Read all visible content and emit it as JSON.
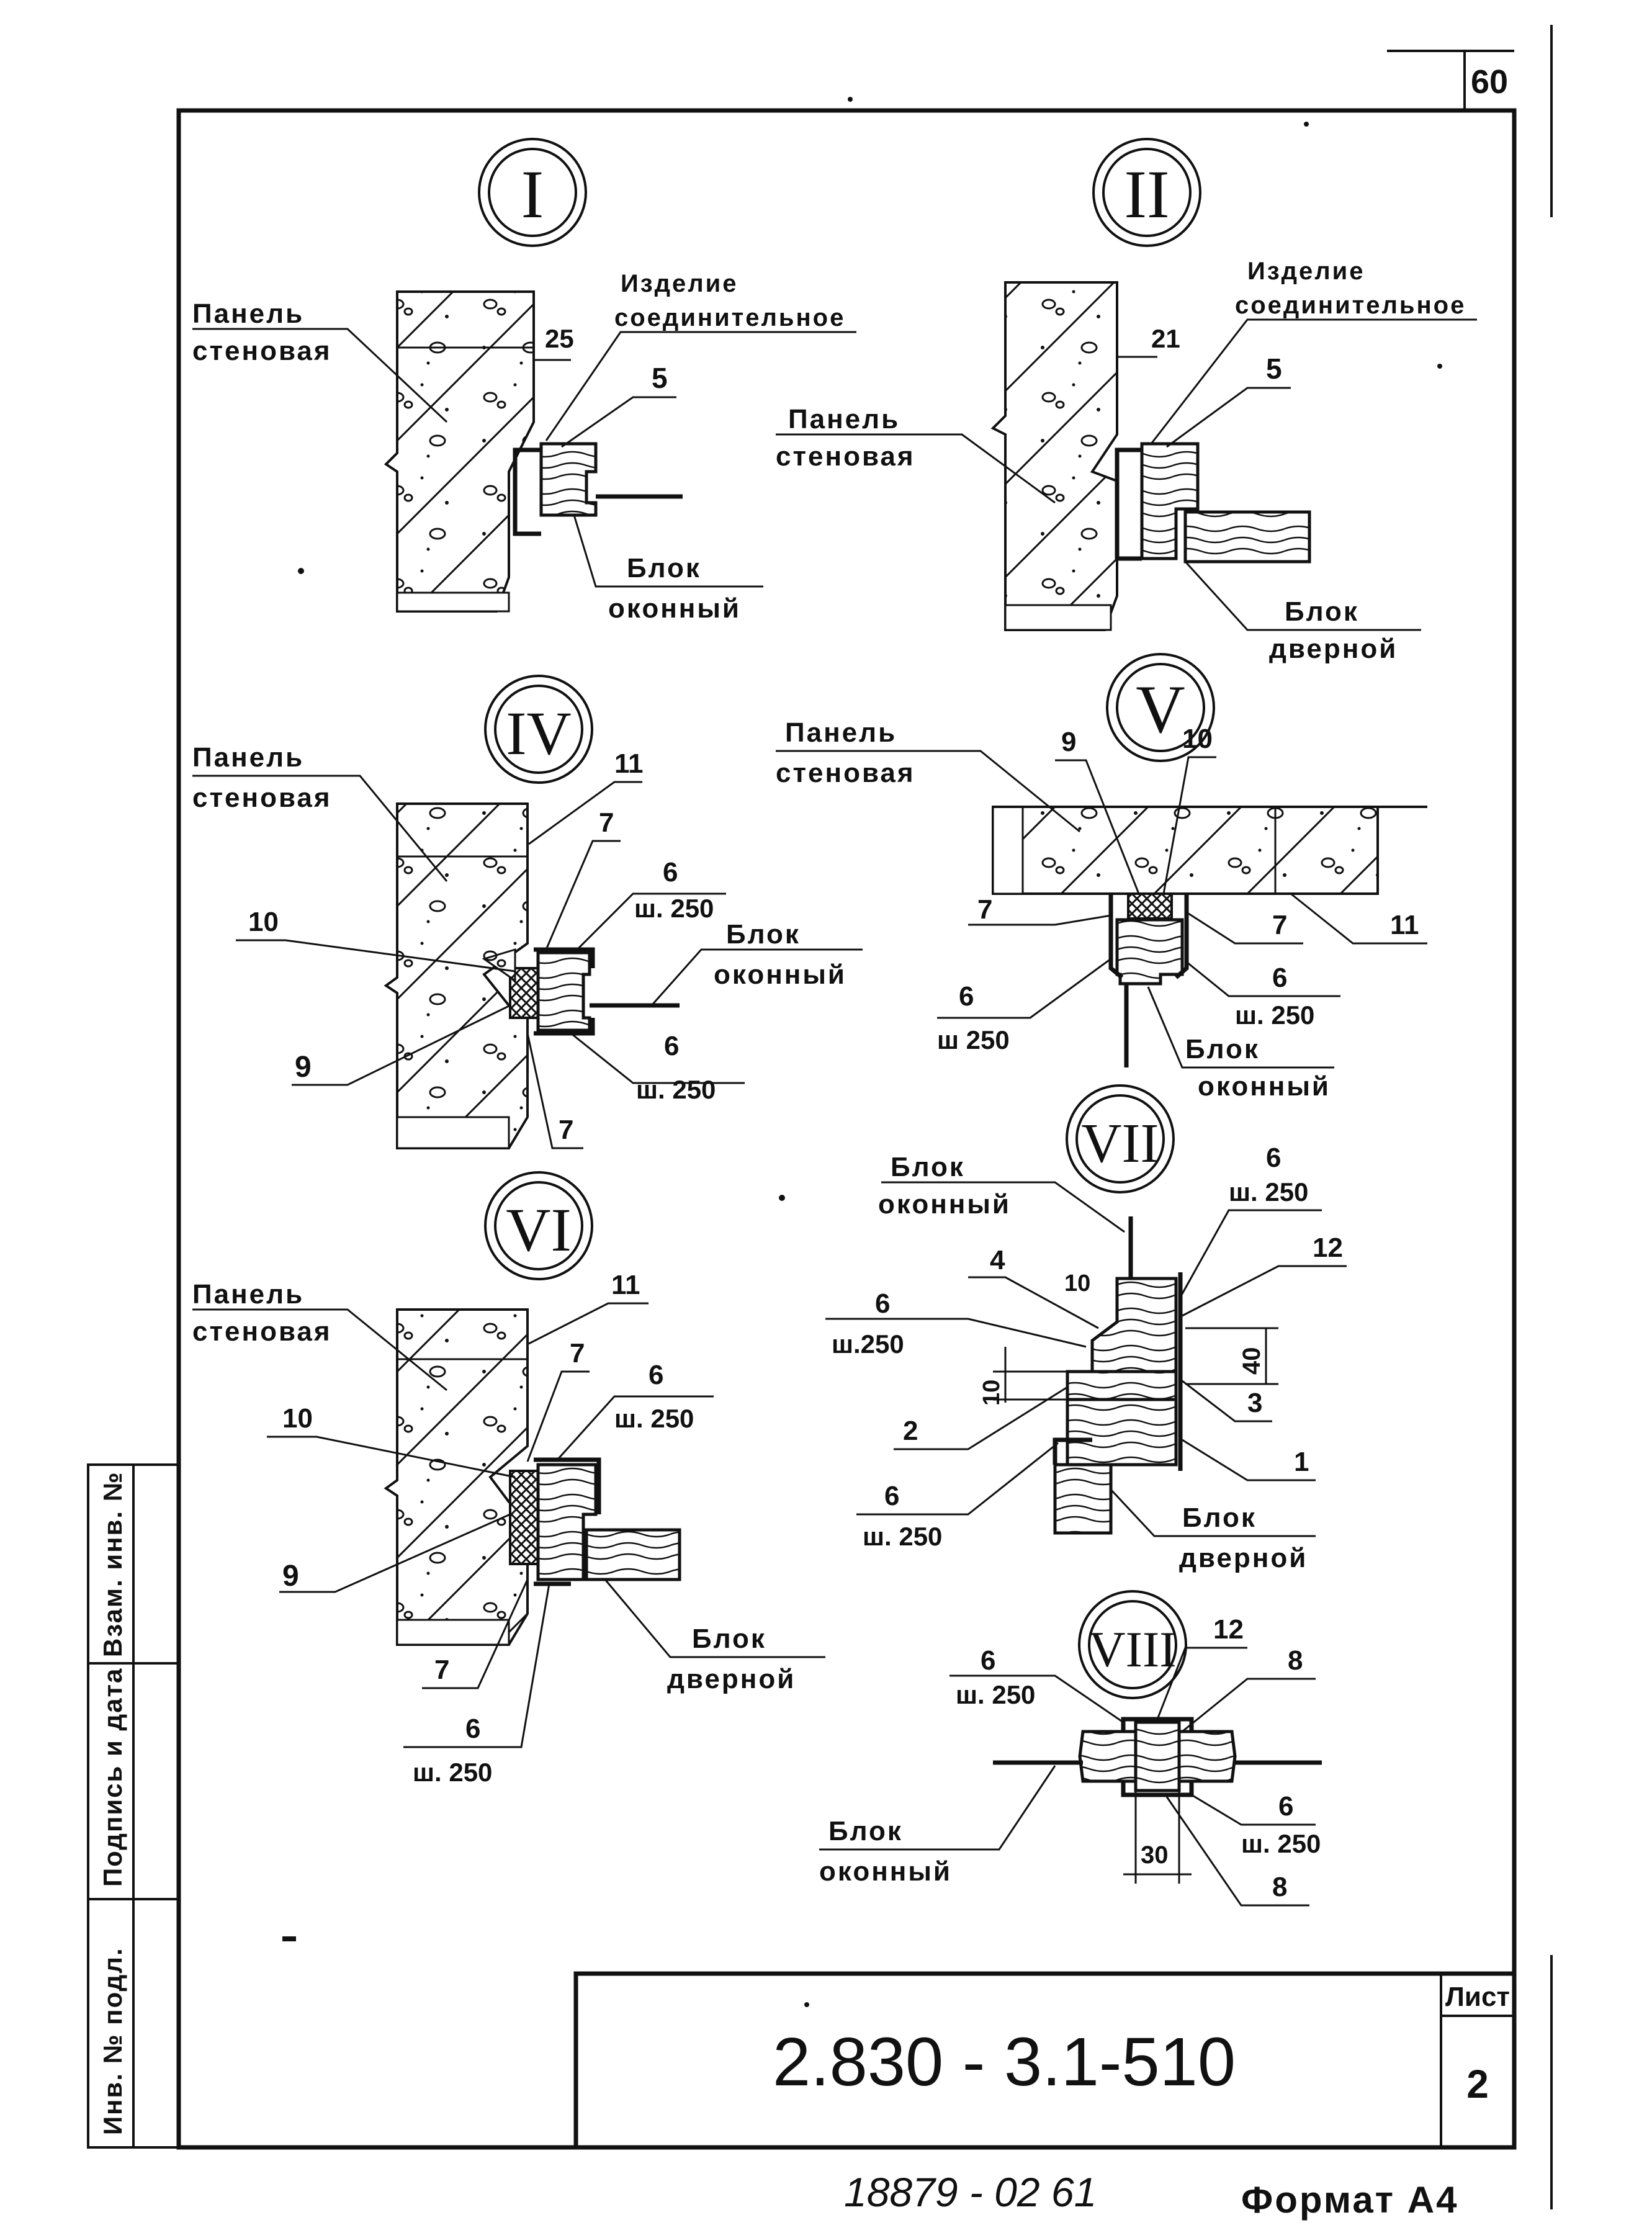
{
  "sheet": {
    "page_corner_number": "60",
    "doc_code": "2.830 - 3.1-510",
    "list_label": "Лист",
    "list_number": "2",
    "bottom_hand_number": "18879 - 02  61",
    "format_label": "Формат А4"
  },
  "side_stamp": {
    "inv_orig": "Инв. № подл.",
    "sign_date": "Подпись и дата",
    "inv_replace": "Взам. инв. №"
  },
  "details": {
    "I": {
      "roman": "I",
      "panel_line1": "Панель",
      "panel_line2": "стеновая",
      "connector_line1": "Изделие",
      "connector_line2": "соединительное",
      "dim": "25",
      "callout_5": "5",
      "block_line1": "Блок",
      "block_line2": "оконный"
    },
    "II": {
      "roman": "II",
      "panel_line1": "Панель",
      "panel_line2": "стеновая",
      "connector_line1": "Изделие",
      "connector_line2": "соединительное",
      "dim": "21",
      "callout_5": "5",
      "block_line1": "Блок",
      "block_line2": "дверной"
    },
    "IV": {
      "roman": "IV",
      "panel_line1": "Панель",
      "panel_line2": "стеновая",
      "c11": "11",
      "c7a": "7",
      "c6a": "6",
      "c6a_step": "ш. 250",
      "c10": "10",
      "c9": "9",
      "c6b": "6",
      "c6b_step": "ш. 250",
      "c7b": "7",
      "block_line1": "Блок",
      "block_line2": "оконный"
    },
    "V": {
      "roman": "V",
      "panel_line1": "Панель",
      "panel_line2": "стеновая",
      "c9": "9",
      "c10": "10",
      "c7a": "7",
      "c7b": "7",
      "c11": "11",
      "c6a": "6",
      "c6a_step": "ш 250",
      "c6b": "6",
      "c6b_step": "ш. 250",
      "block_line1": "Блок",
      "block_line2": "оконный"
    },
    "VI": {
      "roman": "VI",
      "panel_line1": "Панель",
      "panel_line2": "стеновая",
      "c11": "11",
      "c7a": "7",
      "c6a": "6",
      "c6a_step": "ш. 250",
      "c10": "10",
      "c9": "9",
      "c7b": "7",
      "c6b": "6",
      "c6b_step": "ш. 250",
      "block_line1": "Блок",
      "block_line2": "дверной"
    },
    "VII": {
      "roman": "VII",
      "block_top_line1": "Блок",
      "block_top_line2": "оконный",
      "c6a": "6",
      "c6a_step": "ш. 250",
      "c12": "12",
      "c4": "4",
      "d10a": "10",
      "c6b": "6",
      "c6b_step": "ш.250",
      "d40": "40",
      "d10b": "10",
      "c3": "3",
      "c2": "2",
      "c1": "1",
      "c6c": "6",
      "c6c_step": "ш. 250",
      "block_bottom_line1": "Блок",
      "block_bottom_line2": "дверной"
    },
    "VIII": {
      "roman": "VIII",
      "c6a": "6",
      "c6a_step": "ш. 250",
      "c12": "12",
      "c8a": "8",
      "c6b": "6",
      "c6b_step": "ш. 250",
      "c8b": "8",
      "d30": "30",
      "block_line1": "Блок",
      "block_line2": "оконный"
    }
  }
}
